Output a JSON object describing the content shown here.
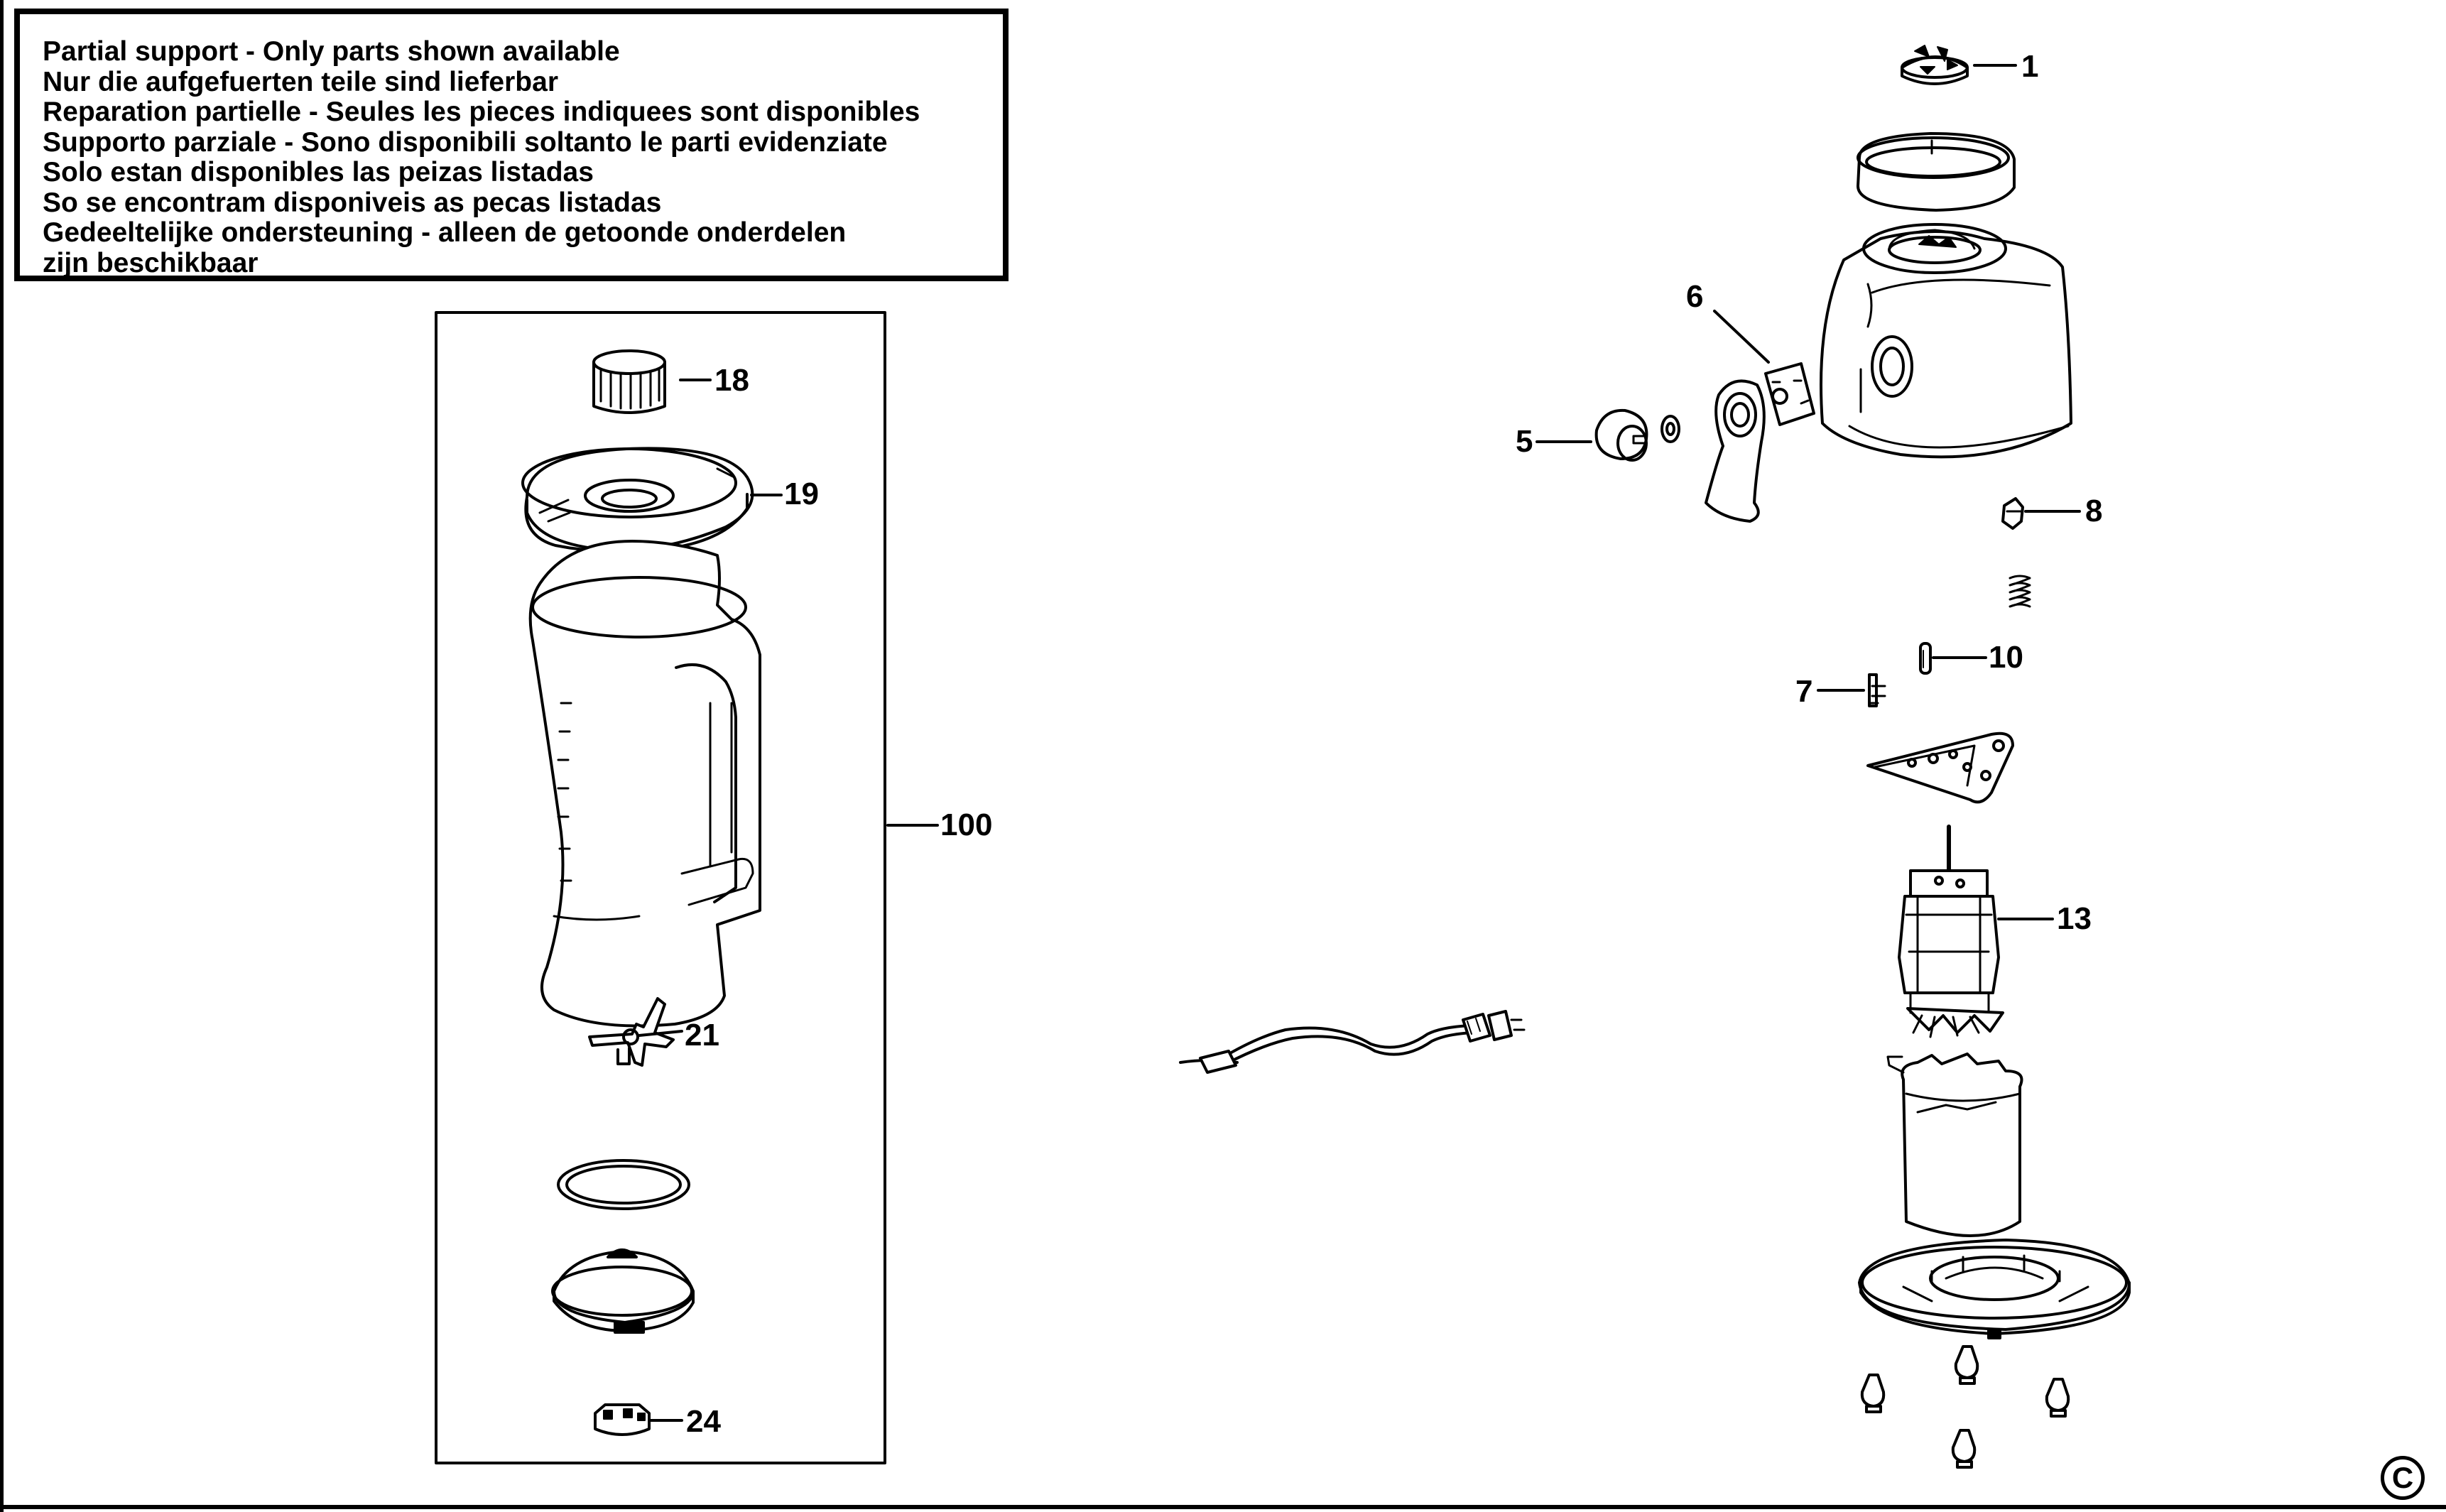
{
  "notice": {
    "lines": [
      "Partial support - Only parts shown available",
      "Nur die aufgefuerten teile sind lieferbar",
      "Reparation partielle - Seules les pieces indiquees sont disponibles",
      "Supporto parziale - Sono disponibili soltanto le parti evidenziate",
      "Solo estan disponibles las peizas listadas",
      "So se encontram disponiveis as pecas listadas",
      "Gedeeltelijke ondersteuning - alleen de getoonde onderdelen",
      "zijn beschikbaar"
    ]
  },
  "labels": {
    "p1": "1",
    "p5": "5",
    "p6": "6",
    "p7": "7",
    "p8": "8",
    "p10": "10",
    "p13": "13",
    "p18": "18",
    "p19": "19",
    "p21": "21",
    "p24": "24",
    "p100": "100"
  },
  "copyright_symbol": "C"
}
